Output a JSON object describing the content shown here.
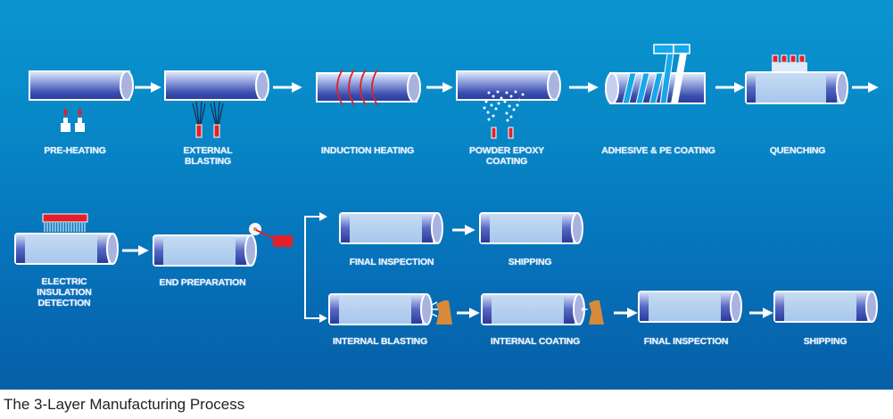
{
  "caption": "The 3-Layer Manufacturing Process",
  "colors": {
    "background_top": "#0a95d0",
    "background_bottom": "#065ea6",
    "pipe_dark": "#2b3f9e",
    "pipe_light": "#b7d3f0",
    "heat_red": "#e0202a",
    "nozzle_orange": "#d88a3a",
    "arrow": "#ffffff"
  },
  "steps": {
    "pre_heating": "PRE-HEATING",
    "external_blasting": "EXTERNAL\nBLASTING",
    "induction_heating": "INDUCTION  HEATING",
    "powder_epoxy_coating": "POWDER EPOXY\nCOATING",
    "adhesive_pe_coating": "ADHESIVE & PE COATING",
    "quenching": "QUENCHING",
    "electric_insulation_detection": "ELECTRIC\nINSULATION\nDETECTION",
    "end_preparation": "END PREPARATION",
    "final_inspection_a": "FINAL INSPECTION",
    "shipping_a": "SHIPPING",
    "internal_blasting": "INTERNAL BLASTING",
    "internal_coating": "INTERNAL COATING",
    "final_inspection_b": "FINAL INSPECTION",
    "shipping_b": "SHIPPING"
  }
}
